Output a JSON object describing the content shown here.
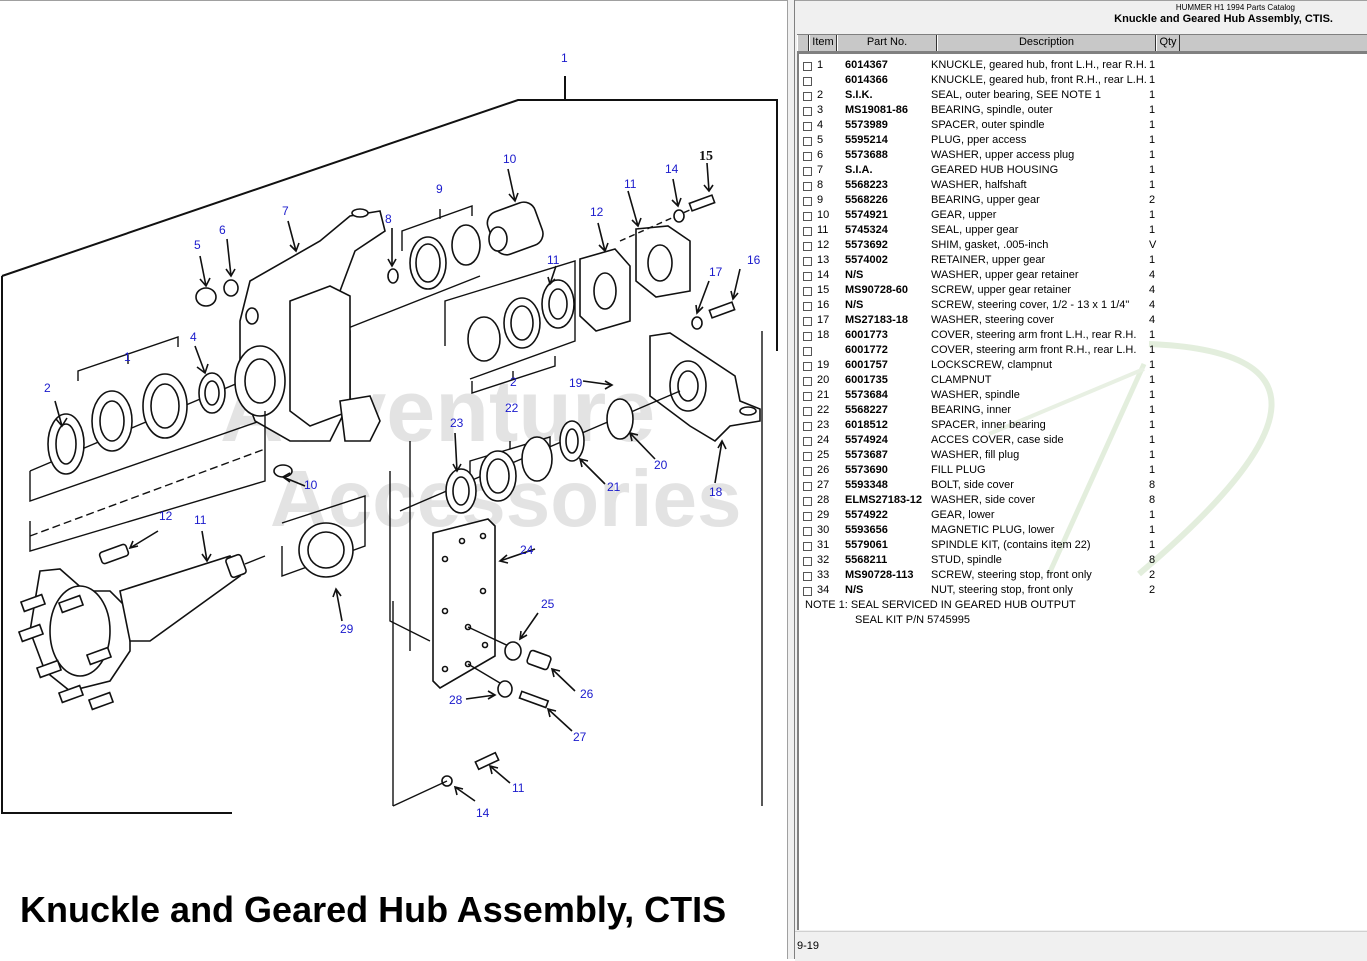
{
  "header": {
    "catalog_name": "HUMMER H1 1994 Parts Catalog",
    "section_title": "Knuckle and Geared Hub Assembly, CTIS."
  },
  "diagram": {
    "title": "Knuckle and Geared Hub Assembly, CTIS",
    "watermark_line1": "Adventure",
    "watermark_line2": "Accessories",
    "callouts": [
      "1",
      "1",
      "2",
      "2",
      "4",
      "5",
      "6",
      "7",
      "8",
      "9",
      "10",
      "10",
      "11",
      "11",
      "11",
      "11",
      "12",
      "12",
      "14",
      "14",
      "15",
      "16",
      "17",
      "18",
      "19",
      "20",
      "21",
      "22",
      "23",
      "24",
      "25",
      "26",
      "27",
      "28",
      "29"
    ]
  },
  "table": {
    "columns": {
      "select": "",
      "item": "Item",
      "part_no": "Part No.",
      "description": "Description",
      "qty": "Qty"
    },
    "rows": [
      {
        "item": "1",
        "part_no": "6014367",
        "description": "KNUCKLE, geared hub, front L.H., rear R.H.",
        "qty": "1"
      },
      {
        "item": "",
        "part_no": "6014366",
        "description": "KNUCKLE, geared hub, front R.H., rear L.H.",
        "qty": "1"
      },
      {
        "item": "2",
        "part_no": "S.I.K.",
        "description": "SEAL, outer bearing, SEE NOTE 1",
        "qty": "1"
      },
      {
        "item": "3",
        "part_no": "MS19081-86",
        "description": "BEARING, spindle, outer",
        "qty": "1"
      },
      {
        "item": "4",
        "part_no": "5573989",
        "description": "SPACER, outer spindle",
        "qty": "1"
      },
      {
        "item": "5",
        "part_no": "5595214",
        "description": "PLUG, pper access",
        "qty": "1"
      },
      {
        "item": "6",
        "part_no": "5573688",
        "description": "WASHER, upper access plug",
        "qty": "1"
      },
      {
        "item": "7",
        "part_no": "S.I.A.",
        "description": "GEARED HUB HOUSING",
        "qty": "1"
      },
      {
        "item": "8",
        "part_no": "5568223",
        "description": "WASHER, halfshaft",
        "qty": "1"
      },
      {
        "item": "9",
        "part_no": "5568226",
        "description": "BEARING, upper gear",
        "qty": "2"
      },
      {
        "item": "10",
        "part_no": "5574921",
        "description": "GEAR, upper",
        "qty": "1"
      },
      {
        "item": "11",
        "part_no": "5745324",
        "description": "SEAL, upper gear",
        "qty": "1"
      },
      {
        "item": "12",
        "part_no": "5573692",
        "description": "SHIM, gasket, .005-inch",
        "qty": "V"
      },
      {
        "item": "13",
        "part_no": "5574002",
        "description": "RETAINER, upper gear",
        "qty": "1"
      },
      {
        "item": "14",
        "part_no": "N/S",
        "description": "WASHER, upper gear retainer",
        "qty": "4"
      },
      {
        "item": "15",
        "part_no": "MS90728-60",
        "description": "SCREW, upper gear retainer",
        "qty": "4"
      },
      {
        "item": "16",
        "part_no": "N/S",
        "description": "SCREW, steering cover, 1/2 - 13 x 1 1/4\"",
        "qty": "4"
      },
      {
        "item": "17",
        "part_no": "MS27183-18",
        "description": "WASHER, steering cover",
        "qty": "4"
      },
      {
        "item": "18",
        "part_no": "6001773",
        "description": "COVER, steering arm front L.H., rear R.H.",
        "qty": "1"
      },
      {
        "item": "",
        "part_no": "6001772",
        "description": "COVER, steering arm front R.H., rear L.H.",
        "qty": "1"
      },
      {
        "item": "19",
        "part_no": "6001757",
        "description": "LOCKSCREW, clampnut",
        "qty": "1"
      },
      {
        "item": "20",
        "part_no": "6001735",
        "description": "CLAMPNUT",
        "qty": "1"
      },
      {
        "item": "21",
        "part_no": "5573684",
        "description": "WASHER, spindle",
        "qty": "1"
      },
      {
        "item": "22",
        "part_no": "5568227",
        "description": "BEARING, inner",
        "qty": "1"
      },
      {
        "item": "23",
        "part_no": "6018512",
        "description": "SPACER, inner bearing",
        "qty": "1"
      },
      {
        "item": "24",
        "part_no": "5574924",
        "description": "ACCES COVER, case side",
        "qty": "1"
      },
      {
        "item": "25",
        "part_no": "5573687",
        "description": "WASHER, fill plug",
        "qty": "1"
      },
      {
        "item": "26",
        "part_no": "5573690",
        "description": "FILL PLUG",
        "qty": "1"
      },
      {
        "item": "27",
        "part_no": "5593348",
        "description": "BOLT, side cover",
        "qty": "8"
      },
      {
        "item": "28",
        "part_no": "ELMS27183-12",
        "description": "WASHER, side cover",
        "qty": "8"
      },
      {
        "item": "29",
        "part_no": "5574922",
        "description": "GEAR, lower",
        "qty": "1"
      },
      {
        "item": "30",
        "part_no": "5593656",
        "description": "MAGNETIC PLUG, lower",
        "qty": "1"
      },
      {
        "item": "31",
        "part_no": "5579061",
        "description": "SPINDLE KIT, (contains item 22)",
        "qty": "1"
      },
      {
        "item": "32",
        "part_no": "5568211",
        "description": "STUD, spindle",
        "qty": "8"
      },
      {
        "item": "33",
        "part_no": "MS90728-113",
        "description": "SCREW, steering stop, front only",
        "qty": "2"
      },
      {
        "item": "34",
        "part_no": "N/S",
        "description": "NUT, steering stop, front only",
        "qty": "2"
      }
    ],
    "note_line1": "NOTE 1:  SEAL SERVICED IN GEARED HUB OUTPUT",
    "note_line2": "SEAL KIT P/N 5745995"
  },
  "status_bar": {
    "page": "9-19"
  },
  "colors": {
    "callout": "#1a1acc",
    "header_bg": "#c8c8c8",
    "panel_bg": "#f0f0f0"
  }
}
